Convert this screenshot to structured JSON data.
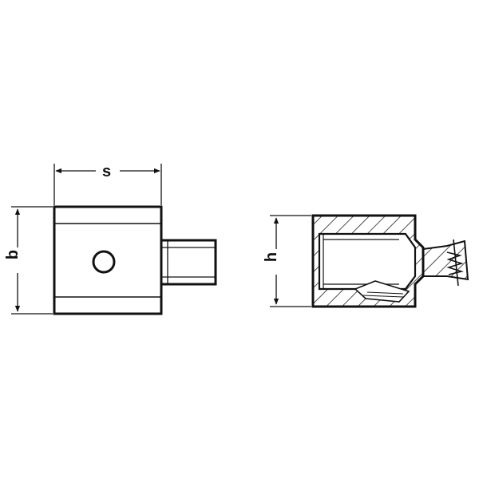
{
  "colors": {
    "line": "#111111",
    "hatch": "#222222",
    "background": "#ffffff"
  },
  "labels": {
    "width": "s",
    "body_height": "b",
    "section_height": "h"
  }
}
